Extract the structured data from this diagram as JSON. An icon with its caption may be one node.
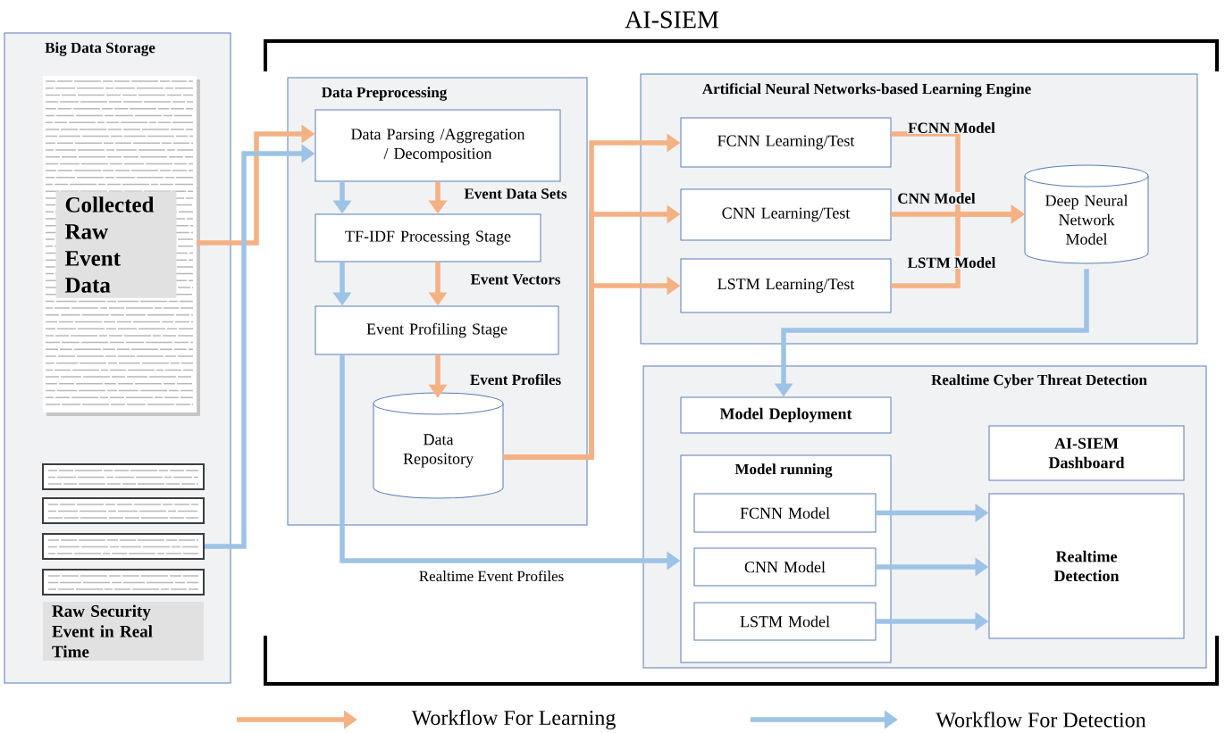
{
  "diagram": {
    "title": "AI-SIEM",
    "nodes": [
      {
        "text": [
          "Big Data Storage"
        ]
      },
      {
        "text": [
          "Collected Raw Event Data"
        ],
        "in": 0
      },
      {
        "text": [],
        "shape": "picture",
        "in": 0
      },
      {
        "text": [],
        "shape": "picture",
        "in": 0
      },
      {
        "text": [],
        "shape": "picture",
        "in": 0
      },
      {
        "text": [],
        "shape": "picture",
        "in": 0
      },
      {
        "text": [
          "Raw Security Event in Real Time"
        ],
        "in": 0
      },
      {
        "text": [
          "Data Preprocessing"
        ]
      },
      {
        "text": [
          "Data Parsing /Aggregation / Decomposition"
        ],
        "in": 7
      },
      {
        "text": [
          "TF-IDF Processing Stage"
        ],
        "in": 7
      },
      {
        "text": [
          "Event Profiling Stage"
        ],
        "in": 7
      },
      {
        "text": [
          "Data Repository"
        ],
        "in": 7
      },
      {
        "text": [
          "Artificial Neural Networks-based Learning Engine"
        ]
      },
      {
        "text": [
          "FCNN Learning/Test"
        ],
        "in": 12
      },
      {
        "text": [
          "CNN Learning/Test"
        ],
        "in": 12
      },
      {
        "text": [
          "LSTM Learning/Test"
        ],
        "in": 12
      },
      {
        "text": [
          "Deep Neural Network Model"
        ],
        "in": 12
      },
      {
        "text": [
          "Realtime Cyber Threat Detection"
        ]
      },
      {
        "text": [
          "Model Deployment"
        ],
        "in": 17
      },
      {
        "text": [
          "Model running"
        ],
        "in": 17
      },
      {
        "text": [
          "FCNN Model"
        ],
        "in": 19
      },
      {
        "text": [
          "CNN Model"
        ],
        "in": 19
      },
      {
        "text": [
          "LSTM Model"
        ],
        "in": 19
      },
      {
        "text": [
          "AI-SIEM Dashboard"
        ],
        "in": 17
      },
      {
        "text": [
          "Realtime Detection"
        ],
        "in": 17
      }
    ],
    "edges": [
      {
        "from": 1,
        "to": 8,
        "arrow": "to",
        "color": "#f4b183"
      },
      {
        "from": 4,
        "to": 8,
        "arrow": "to",
        "color": "#9dc3e6"
      },
      {
        "from": 8,
        "to": 9,
        "arrow": "to",
        "color": "#9dc3e6"
      },
      {
        "from": 8,
        "to": 9,
        "arrow": "to",
        "label": "Event Data Sets",
        "color": "#f4b183"
      },
      {
        "from": 9,
        "to": 10,
        "arrow": "to",
        "color": "#9dc3e6"
      },
      {
        "from": 9,
        "to": 10,
        "arrow": "to",
        "label": "Event Vectors",
        "color": "#f4b183"
      },
      {
        "from": 10,
        "to": 11,
        "arrow": "to",
        "label": "Event Profiles",
        "color": "#f4b183"
      },
      {
        "from": 11,
        "to": 13,
        "arrow": "to",
        "color": "#f4b183"
      },
      {
        "from": 11,
        "to": 14,
        "arrow": "to",
        "color": "#f4b183"
      },
      {
        "from": 11,
        "to": 15,
        "arrow": "to",
        "color": "#f4b183"
      },
      {
        "from": 13,
        "to": 16,
        "arrow": "to",
        "label": "FCNN Model",
        "color": "#f4b183"
      },
      {
        "from": 14,
        "to": 16,
        "arrow": "to",
        "label": "CNN Model",
        "color": "#f4b183"
      },
      {
        "from": 15,
        "to": 16,
        "arrow": "to",
        "label": "LSTM Model",
        "color": "#f4b183"
      },
      {
        "from": 16,
        "to": 18,
        "arrow": "to",
        "color": "#9dc3e6"
      },
      {
        "from": 10,
        "to": 19,
        "arrow": "to",
        "label": "Realtime Event Profiles",
        "color": "#9dc3e6"
      },
      {
        "from": 20,
        "to": 24,
        "arrow": "to",
        "color": "#9dc3e6"
      },
      {
        "from": 21,
        "to": 24,
        "arrow": "to",
        "color": "#9dc3e6"
      },
      {
        "from": 22,
        "to": 24,
        "arrow": "to",
        "color": "#9dc3e6"
      }
    ],
    "legend": [
      {
        "text": "Workflow For Learning"
      },
      {
        "text": "Workflow For Detection"
      }
    ]
  }
}
